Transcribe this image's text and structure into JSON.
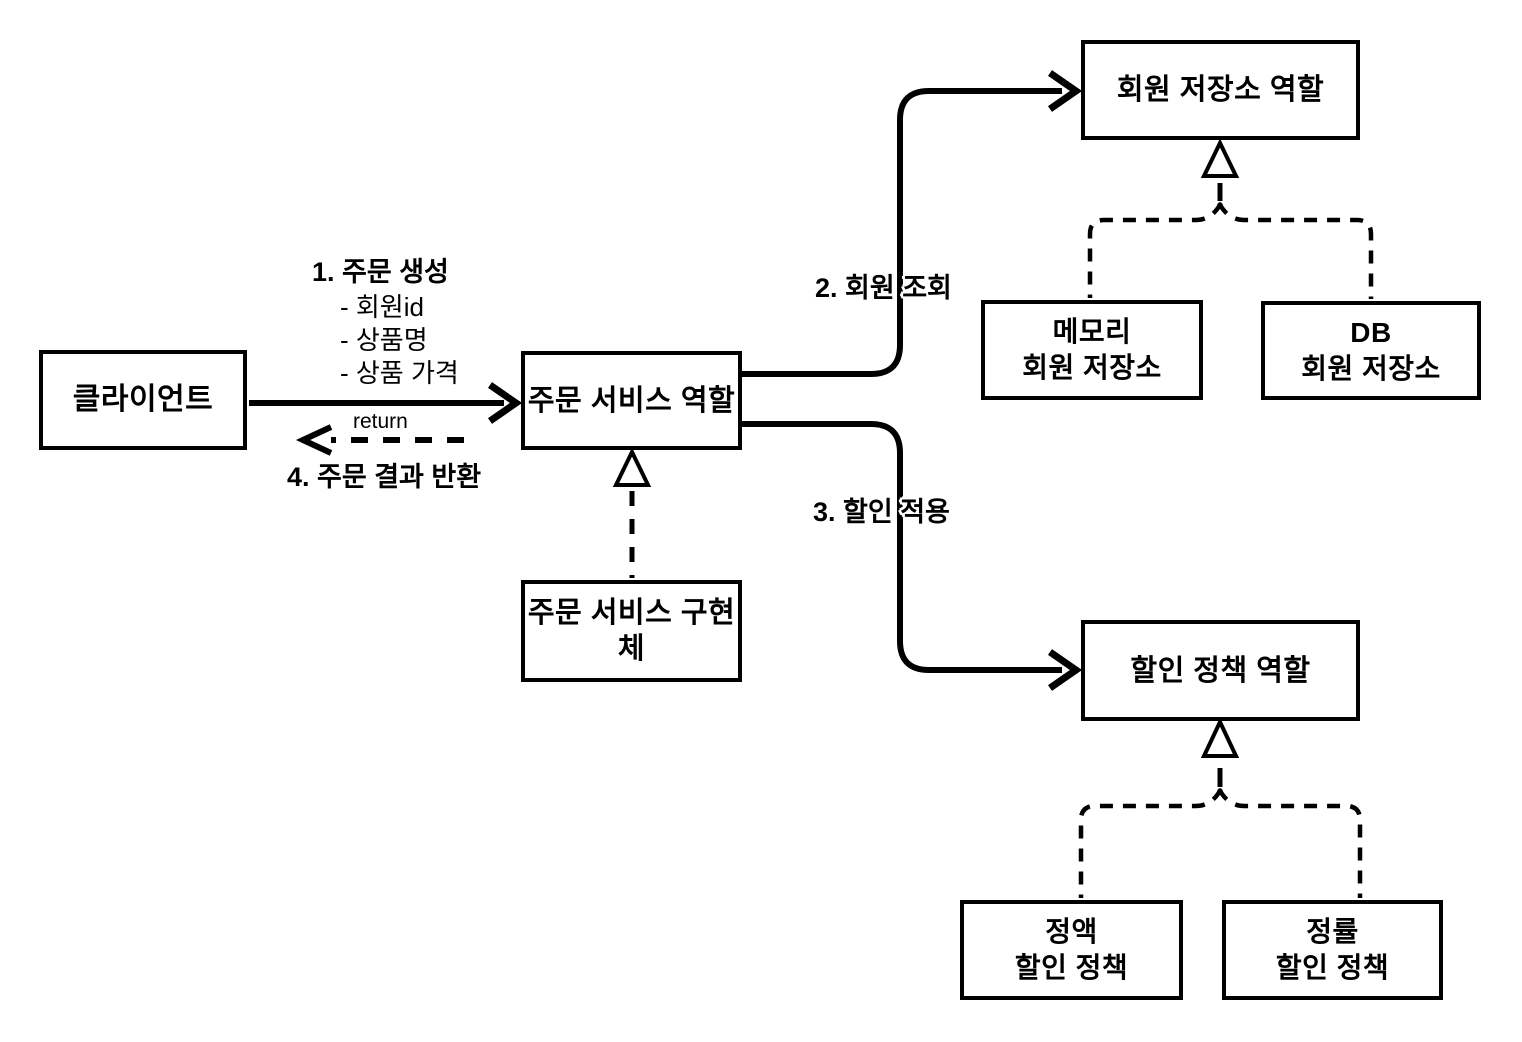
{
  "diagram": {
    "boxes": {
      "client": {
        "label": "클라이언트"
      },
      "order_service_role": {
        "label": "주문 서비스 역할"
      },
      "order_service_impl": {
        "label": "주문 서비스 구현체"
      },
      "member_repo_role": {
        "label": "회원 저장소 역할"
      },
      "memory_member_repo": {
        "line1": "메모리",
        "line2": "회원 저장소"
      },
      "db_member_repo": {
        "line1": "DB",
        "line2": "회원 저장소"
      },
      "discount_policy_role": {
        "label": "할인 정책 역할"
      },
      "fixed_discount_policy": {
        "line1": "정액",
        "line2": "할인 정책"
      },
      "rate_discount_policy": {
        "line1": "정률",
        "line2": "할인 정책"
      }
    },
    "labels": {
      "step1_title": "1. 주문 생성",
      "step1_items": [
        "- 회원id",
        "- 상품명",
        "- 상품 가격"
      ],
      "step2": "2. 회원 조회",
      "step3": "3. 할인 적용",
      "step4": "4. 주문 결과 반환",
      "return_label": "return"
    },
    "colors": {
      "ink": "#000000",
      "paper": "#ffffff"
    }
  }
}
